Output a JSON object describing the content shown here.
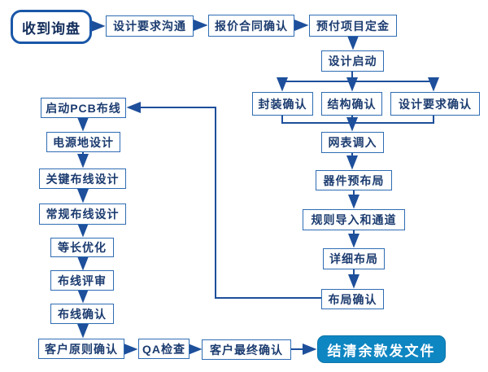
{
  "diagram": {
    "type": "flowchart",
    "colors": {
      "connector_line": "#1d4f9b",
      "box_border": "#2e6cb3",
      "box_text": "#1c3c70",
      "start_border": "#1a57a8",
      "terminal_fill": "#0e86c2",
      "terminal_text": "#ffffff",
      "background": "#ffffff"
    },
    "nodes": {
      "receive_inquiry": {
        "label": "收到询盘"
      },
      "design_requirement_communication": {
        "label": "设计要求沟通"
      },
      "quote_contract_confirmation": {
        "label": "报价合同确认"
      },
      "project_deposit_prepayment": {
        "label": "预付项目定金"
      },
      "design_kickoff": {
        "label": "设计启动"
      },
      "package_confirmation": {
        "label": "封装确认"
      },
      "structure_confirmation": {
        "label": "结构确认"
      },
      "design_requirement_confirmation": {
        "label": "设计要求确认"
      },
      "netlist_import": {
        "label": "网表调入"
      },
      "component_pre_placement": {
        "label": "器件预布局"
      },
      "rule_import_and_channels": {
        "label": "规则导入和通道"
      },
      "detailed_placement": {
        "label": "详细布局"
      },
      "placement_confirmation": {
        "label": "布局确认"
      },
      "start_pcb_routing": {
        "label": "启动PCB布线"
      },
      "power_ground_design": {
        "label": "电源地设计"
      },
      "critical_routing_design": {
        "label": "关键布线设计"
      },
      "regular_routing_design": {
        "label": "常规布线设计"
      },
      "length_matching_optimization": {
        "label": "等长优化"
      },
      "routing_review": {
        "label": "布线评审"
      },
      "routing_confirmation": {
        "label": "布线确认"
      },
      "customer_principle_confirmation": {
        "label": "客户原则确认"
      },
      "qa_check": {
        "label": "QA检查"
      },
      "customer_final_confirmation": {
        "label": "客户最终确认"
      },
      "settle_balance_release_files": {
        "label": "结清余款发文件"
      }
    },
    "edges": [
      {
        "from": "receive_inquiry",
        "to": "design_requirement_communication"
      },
      {
        "from": "design_requirement_communication",
        "to": "quote_contract_confirmation"
      },
      {
        "from": "quote_contract_confirmation",
        "to": "project_deposit_prepayment"
      },
      {
        "from": "project_deposit_prepayment",
        "to": "design_kickoff"
      },
      {
        "from": "design_kickoff",
        "to": "package_confirmation"
      },
      {
        "from": "design_kickoff",
        "to": "structure_confirmation"
      },
      {
        "from": "design_kickoff",
        "to": "design_requirement_confirmation"
      },
      {
        "from": "package_confirmation",
        "to": "netlist_import"
      },
      {
        "from": "structure_confirmation",
        "to": "netlist_import"
      },
      {
        "from": "design_requirement_confirmation",
        "to": "netlist_import"
      },
      {
        "from": "netlist_import",
        "to": "component_pre_placement"
      },
      {
        "from": "component_pre_placement",
        "to": "rule_import_and_channels"
      },
      {
        "from": "rule_import_and_channels",
        "to": "detailed_placement"
      },
      {
        "from": "detailed_placement",
        "to": "placement_confirmation"
      },
      {
        "from": "placement_confirmation",
        "to": "start_pcb_routing"
      },
      {
        "from": "start_pcb_routing",
        "to": "power_ground_design"
      },
      {
        "from": "power_ground_design",
        "to": "critical_routing_design"
      },
      {
        "from": "critical_routing_design",
        "to": "regular_routing_design"
      },
      {
        "from": "regular_routing_design",
        "to": "length_matching_optimization"
      },
      {
        "from": "length_matching_optimization",
        "to": "routing_review"
      },
      {
        "from": "routing_review",
        "to": "routing_confirmation"
      },
      {
        "from": "routing_confirmation",
        "to": "customer_principle_confirmation"
      },
      {
        "from": "customer_principle_confirmation",
        "to": "qa_check"
      },
      {
        "from": "qa_check",
        "to": "customer_final_confirmation"
      },
      {
        "from": "customer_final_confirmation",
        "to": "settle_balance_release_files"
      }
    ]
  }
}
